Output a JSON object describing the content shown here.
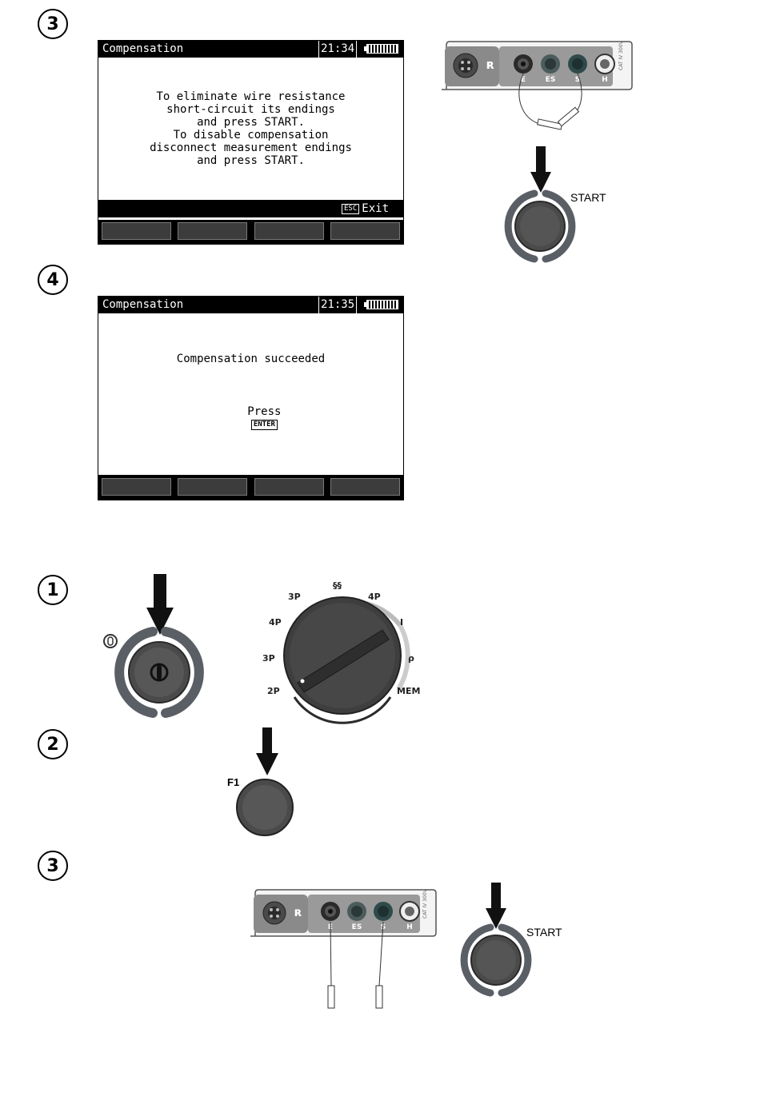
{
  "step_numbers": {
    "s1": "3",
    "s2": "4",
    "s3": "1",
    "s4": "2",
    "s5": "3"
  },
  "screen1": {
    "title": "Compensation",
    "time": "21:34",
    "message": "To eliminate wire resistance\nshort-circuit its endings\nand press START.\nTo disable compensation\ndisconnect measurement endings\nand press START.",
    "esc_label": "ESC",
    "exit_label": "Exit"
  },
  "screen2": {
    "title": "Compensation",
    "time": "21:35",
    "message": "Compensation succeeded",
    "press_label": "Press",
    "enter_label": "ENTER"
  },
  "panel": {
    "sockets": [
      "E",
      "ES",
      "S",
      "H"
    ],
    "cat_label": "CAT IV 300V"
  },
  "start_label": "START",
  "f1_label": "F1",
  "dial": {
    "labels": [
      "2P",
      "3P",
      "4P",
      "3P",
      "§§",
      "4P",
      "I",
      "ρ",
      "MEM"
    ]
  }
}
